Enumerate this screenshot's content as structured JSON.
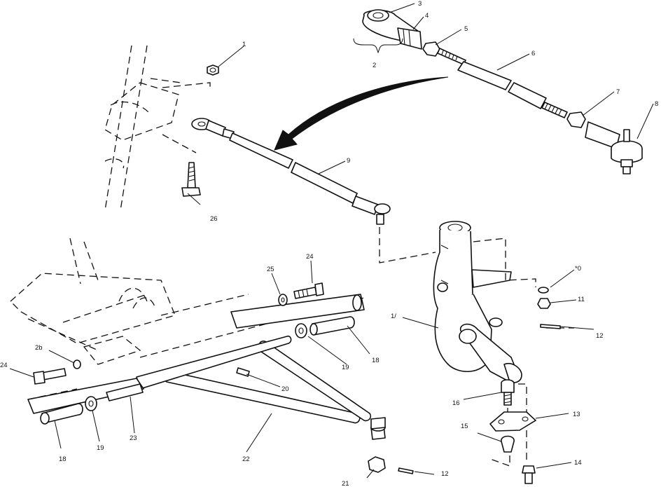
{
  "diagram": {
    "callouts": [
      {
        "id": "c1",
        "text": "1"
      },
      {
        "id": "c2",
        "text": "2"
      },
      {
        "id": "c3",
        "text": "3"
      },
      {
        "id": "c4",
        "text": "4"
      },
      {
        "id": "c5",
        "text": "5"
      },
      {
        "id": "c6",
        "text": "6"
      },
      {
        "id": "c7",
        "text": "7"
      },
      {
        "id": "c8",
        "text": "8"
      },
      {
        "id": "c9",
        "text": "9"
      },
      {
        "id": "c10",
        "text": "*0"
      },
      {
        "id": "c11",
        "text": "11"
      },
      {
        "id": "c12a",
        "text": "12"
      },
      {
        "id": "c12b",
        "text": "12"
      },
      {
        "id": "c13",
        "text": "13"
      },
      {
        "id": "c14",
        "text": "14"
      },
      {
        "id": "c15",
        "text": "15"
      },
      {
        "id": "c16",
        "text": "16"
      },
      {
        "id": "c17",
        "text": "1/"
      },
      {
        "id": "c18a",
        "text": "18"
      },
      {
        "id": "c18b",
        "text": "18"
      },
      {
        "id": "c19a",
        "text": "19"
      },
      {
        "id": "c19b",
        "text": "19"
      },
      {
        "id": "c20",
        "text": "20"
      },
      {
        "id": "c21",
        "text": "21"
      },
      {
        "id": "c22",
        "text": "22"
      },
      {
        "id": "c23",
        "text": "23"
      },
      {
        "id": "c24a",
        "text": "24"
      },
      {
        "id": "c24b",
        "text": "24"
      },
      {
        "id": "c25a",
        "text": "25"
      },
      {
        "id": "c25b",
        "text": "2b"
      },
      {
        "id": "c26",
        "text": "26"
      }
    ]
  }
}
